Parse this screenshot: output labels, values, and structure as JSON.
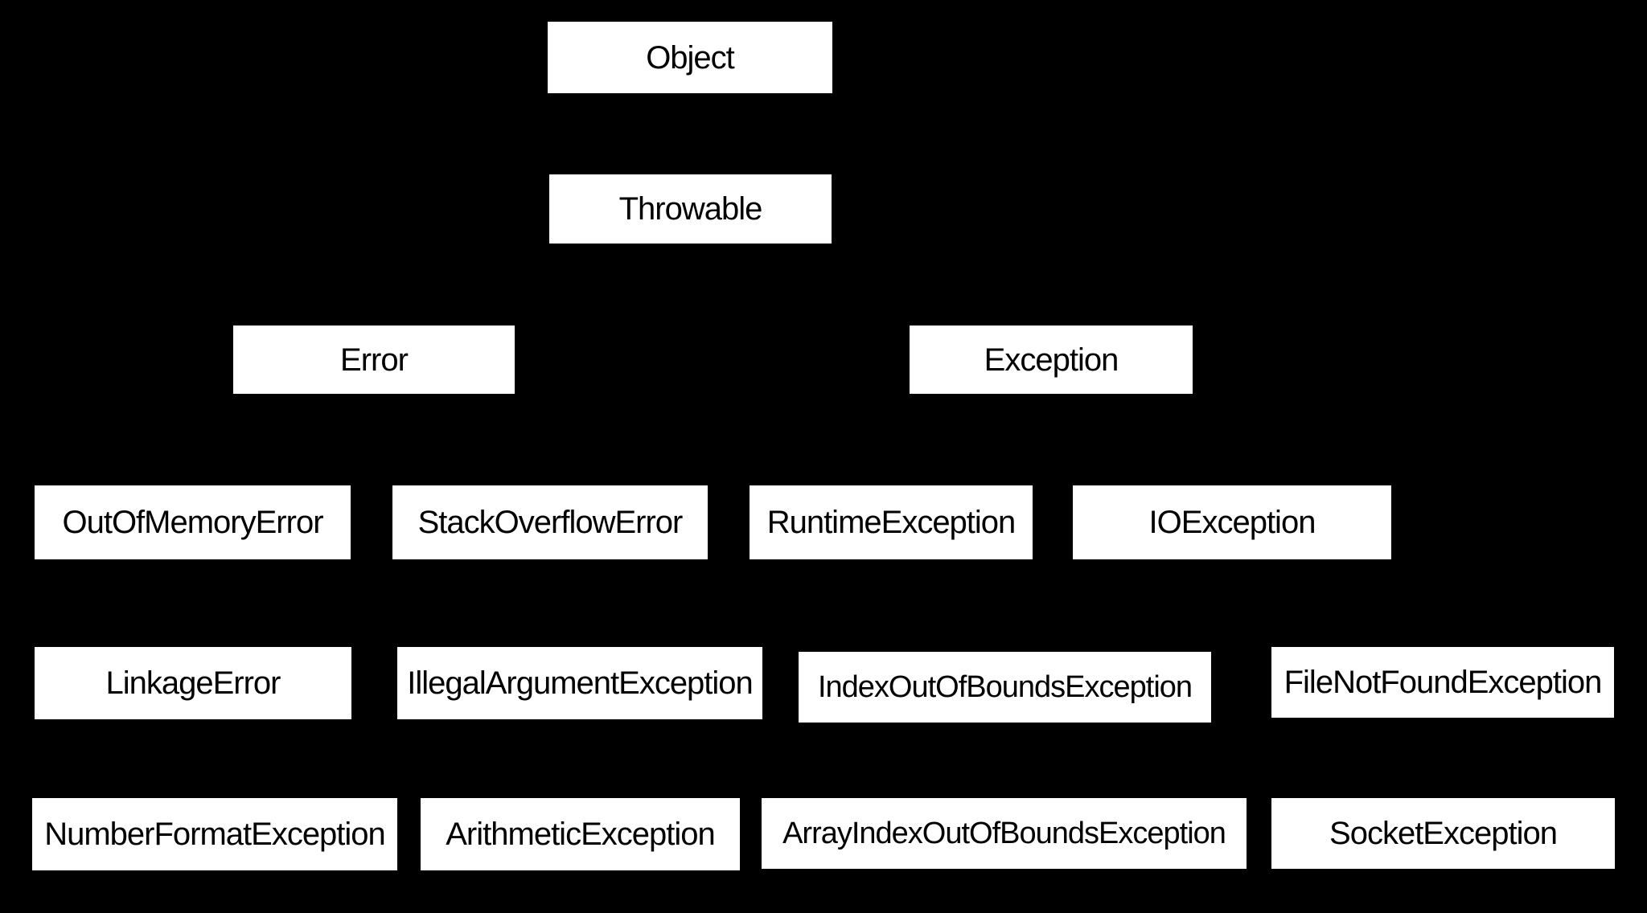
{
  "diagram": {
    "colors": {
      "background": "#000000",
      "box_fill": "#ffffff",
      "box_text": "#000000"
    },
    "nodes": [
      {
        "id": "object",
        "label": "Object"
      },
      {
        "id": "throwable",
        "label": "Throwable"
      },
      {
        "id": "error",
        "label": "Error"
      },
      {
        "id": "exception",
        "label": "Exception"
      },
      {
        "id": "out-of-memory-error",
        "label": "OutOfMemoryError"
      },
      {
        "id": "stack-overflow-error",
        "label": "StackOverflowError"
      },
      {
        "id": "runtime-exception",
        "label": "RuntimeException"
      },
      {
        "id": "io-exception",
        "label": "IOException"
      },
      {
        "id": "linkage-error",
        "label": "LinkageError"
      },
      {
        "id": "illegal-argument-exception",
        "label": "IllegalArgumentException"
      },
      {
        "id": "index-out-of-bounds-exception",
        "label": "IndexOutOfBoundsException"
      },
      {
        "id": "file-not-found-exception",
        "label": "FileNotFoundException"
      },
      {
        "id": "number-format-exception",
        "label": "NumberFormatException"
      },
      {
        "id": "arithmetic-exception",
        "label": "ArithmeticException"
      },
      {
        "id": "array-index-out-of-bounds-exception",
        "label": "ArrayIndexOutOfBoundsException"
      },
      {
        "id": "socket-exception",
        "label": "SocketException"
      }
    ],
    "levels": [
      [
        "Object"
      ],
      [
        "Throwable"
      ],
      [
        "Error",
        "Exception"
      ],
      [
        "OutOfMemoryError",
        "StackOverflowError",
        "RuntimeException",
        "IOException"
      ],
      [
        "LinkageError",
        "IllegalArgumentException",
        "IndexOutOfBoundsException",
        "FileNotFoundException"
      ],
      [
        "NumberFormatException",
        "ArithmeticException",
        "ArrayIndexOutOfBoundsException",
        "SocketException"
      ]
    ]
  }
}
